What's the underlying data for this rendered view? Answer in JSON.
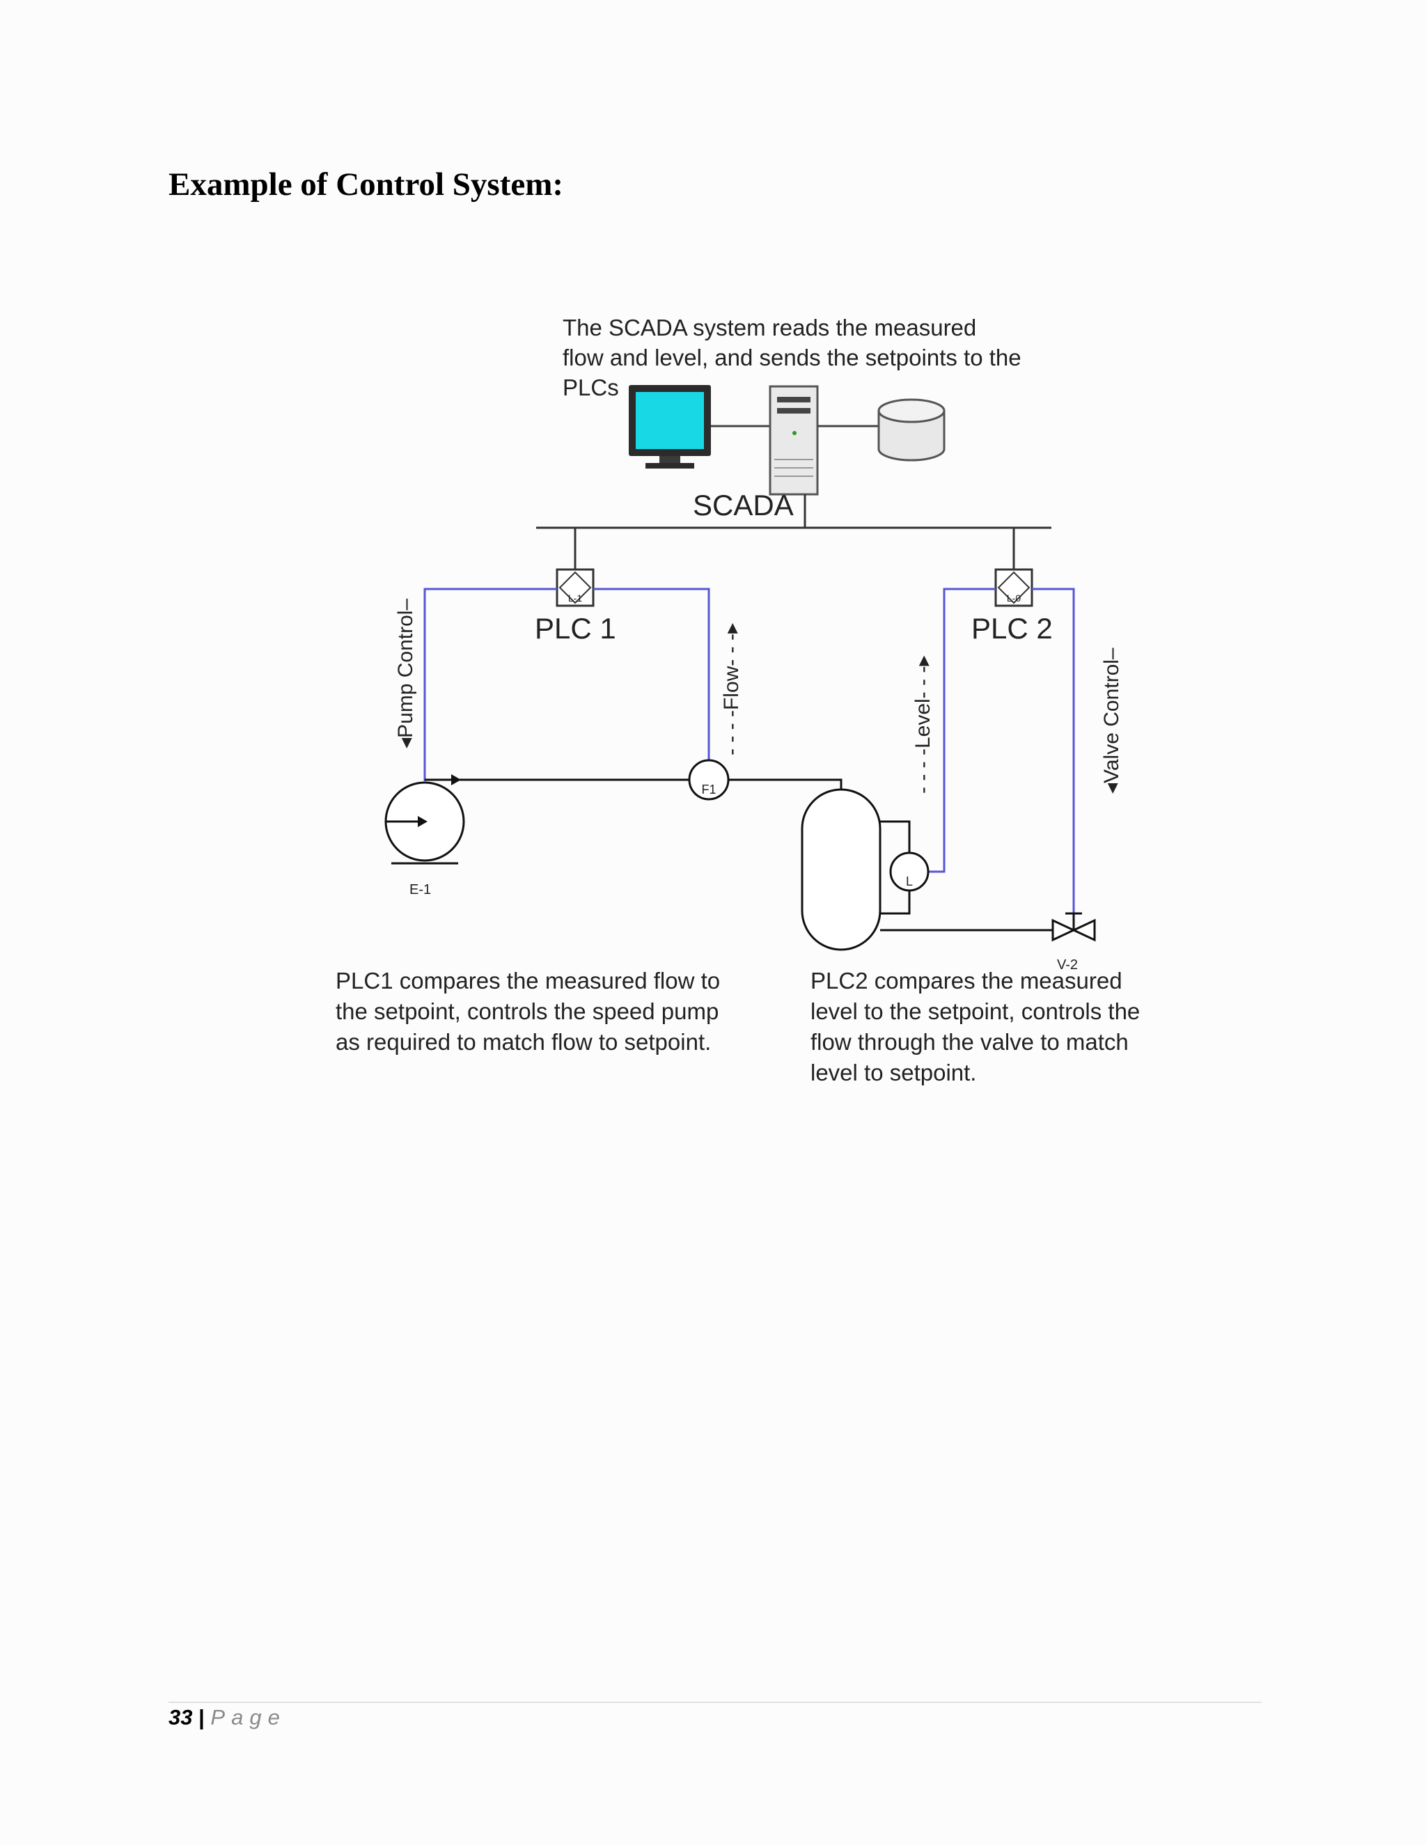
{
  "heading": "Example of Control System:",
  "diagram": {
    "scada_description": [
      "The SCADA system reads the measured",
      "flow and level, and sends the setpoints to the",
      "PLCs"
    ],
    "scada_label": "SCADA",
    "plc1_label": "PLC 1",
    "plc2_label": "PLC 2",
    "pump_control_label": "◂Pump Control–",
    "flow_label": "- - - -Flow- - -▸",
    "level_label": "- - - -Level- - -▸",
    "valve_control_label": "◂Valve Control–",
    "plc1_tag": "L-1",
    "plc2_tag": "L-0",
    "flow_instrument_tag": "F1",
    "level_instrument_tag": "L",
    "pump_tag": "E-1",
    "valve_tag": "V-2",
    "plc1_description": [
      "PLC1 compares the measured flow to",
      "the setpoint, controls the speed pump",
      "as required to match flow to setpoint."
    ],
    "plc2_description": [
      "PLC2 compares the measured",
      "level to the setpoint, controls the",
      "flow through the valve to match",
      "level to setpoint."
    ],
    "colors": {
      "monitor_screen": "#18d8e6",
      "signal_line": "#5656d6",
      "pipe_line": "#111111"
    }
  },
  "footer": {
    "page_number": "33",
    "separator": "|",
    "page_word": "Page"
  }
}
